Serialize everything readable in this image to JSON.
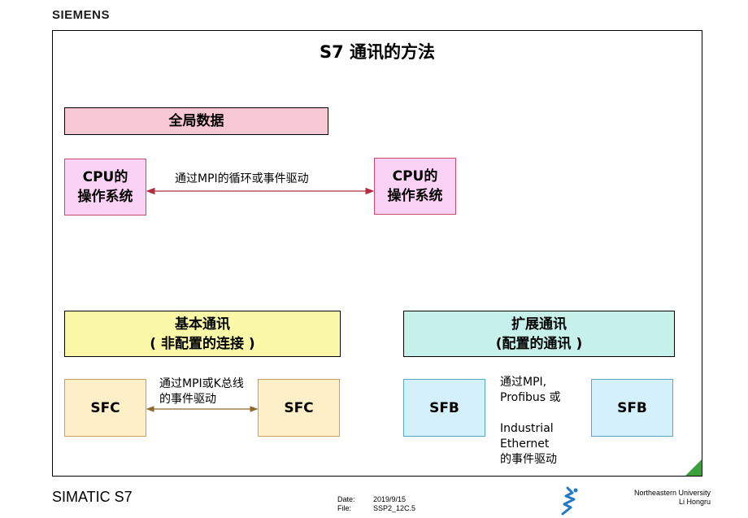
{
  "brand": "SIEMENS",
  "slide": {
    "title": "S7 通讯的方法",
    "global_data_label": "全局数据",
    "cpu_left": [
      "CPU的",
      "操作系统"
    ],
    "cpu_right": [
      "CPU的",
      "操作系统"
    ],
    "cpu_arrow_label": "通过MPI的循环或事件驱动",
    "basic": [
      "基本通讯",
      "( 非配置的连接 )"
    ],
    "extended": [
      "扩展通讯",
      "(配置的通讯 )"
    ],
    "sfc_left": "SFC",
    "sfc_right": "SFC",
    "sfc_arrow_label": [
      "通过MPI或K总线",
      "的事件驱动"
    ],
    "sfb_left": "SFB",
    "sfb_right": "SFB",
    "sfb_text": [
      "通过MPI,",
      "Profibus 或",
      "",
      "Industrial",
      "Ethernet",
      "的事件驱动"
    ]
  },
  "footer": {
    "product": "SIMATIC S7",
    "date_key": "Date:",
    "date_value": "2019/9/15",
    "file_key": "File:",
    "file_value": "SSP2_12C.5",
    "university": "Northeastern University",
    "author": "Li Hongru"
  },
  "colors": {
    "global": "#f8c8d4",
    "cpu": "#fad2f5",
    "basic": "#fbf9a8",
    "extended": "#c6f1ea",
    "sfc": "#fdefc8",
    "sfb": "#d4f1fb",
    "arrow_cpu": "#b03040",
    "arrow_sfc": "#8b6a2a",
    "corner": "#3c9e3c"
  }
}
